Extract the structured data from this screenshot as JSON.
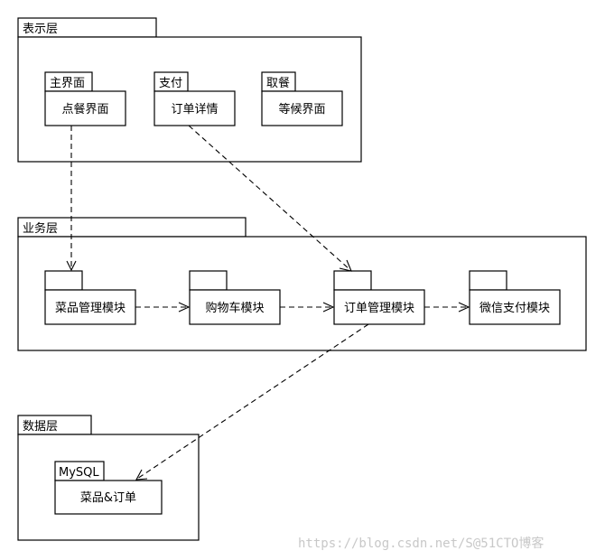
{
  "layers": {
    "presentation": {
      "label": "表示层",
      "packages": {
        "main": {
          "tab": "主界面",
          "body": "点餐界面"
        },
        "pay": {
          "tab": "支付",
          "body": "订单详情"
        },
        "pickup": {
          "tab": "取餐",
          "body": "等候界面"
        }
      }
    },
    "business": {
      "label": "业务层",
      "modules": {
        "dish": "菜品管理模块",
        "cart": "购物车模块",
        "order": "订单管理模块",
        "wechat": "微信支付模块"
      }
    },
    "data": {
      "label": "数据层",
      "package": {
        "tab": "MySQL",
        "body": "菜品&订单"
      }
    }
  },
  "watermark": "https://blog.csdn.net/S@51CTO博客"
}
